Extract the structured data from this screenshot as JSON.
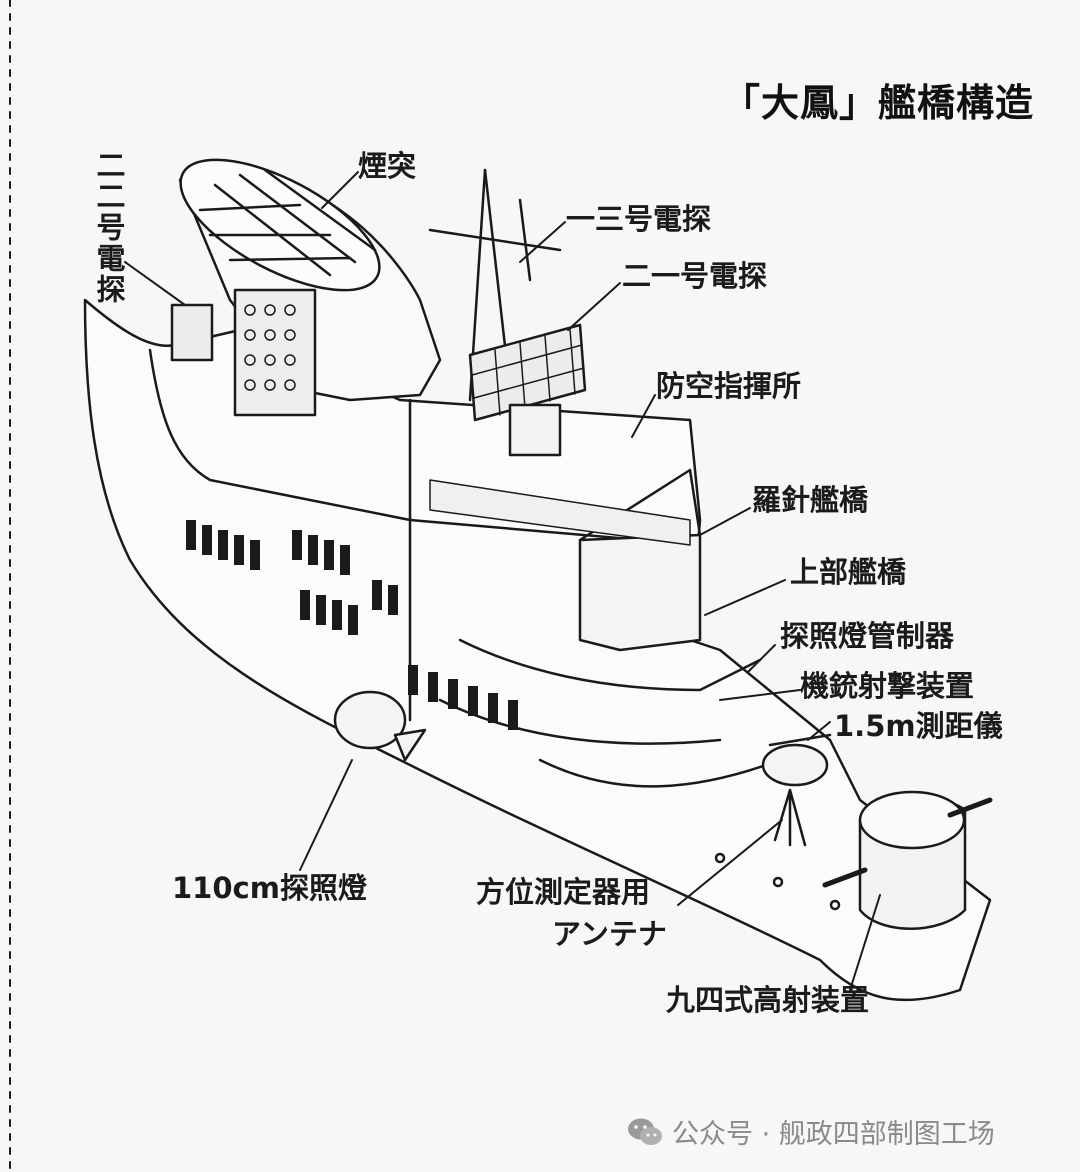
{
  "title": "「大鳳」艦橋構造",
  "labels": {
    "funnel": "煙突",
    "radar22": "二二号電探",
    "radar13": "一三号電探",
    "radar21": "二一号電探",
    "aa_command": "防空指揮所",
    "compass_bridge": "羅針艦橋",
    "upper_bridge": "上部艦橋",
    "searchlight_control": "探照燈管制器",
    "mg_director": "機銃射撃装置",
    "rangefinder": "1.5m測距儀",
    "searchlight": "110cm探照燈",
    "df_antenna_1": "方位測定器用",
    "df_antenna_2": "アンテナ",
    "aa_director": "九四式高射装置"
  },
  "watermark": "公众号 · 舰政四部制图工场",
  "colors": {
    "ink": "#1a1a1a",
    "paper": "#f7f7f5",
    "watermark": "#8a8a8a"
  }
}
